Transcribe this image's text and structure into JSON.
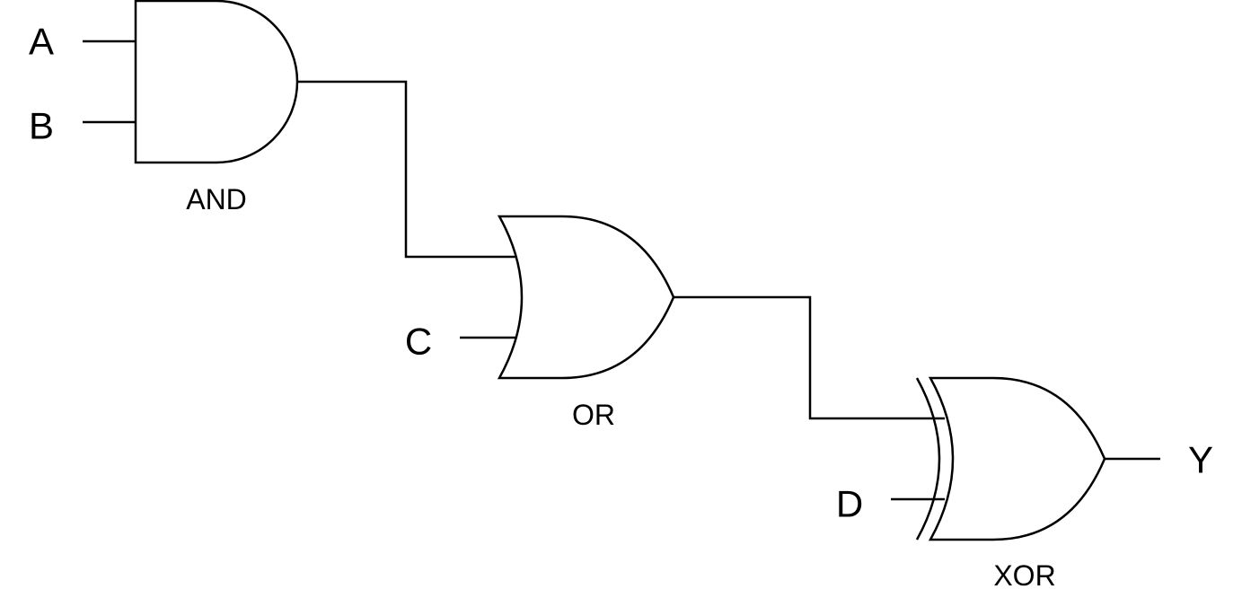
{
  "inputs": {
    "a": "A",
    "b": "B",
    "c": "C",
    "d": "D"
  },
  "output": {
    "y": "Y"
  },
  "gates": {
    "and": "AND",
    "or": "OR",
    "xor": "XOR"
  },
  "colors": {
    "stroke": "#000000",
    "background": "#ffffff"
  }
}
